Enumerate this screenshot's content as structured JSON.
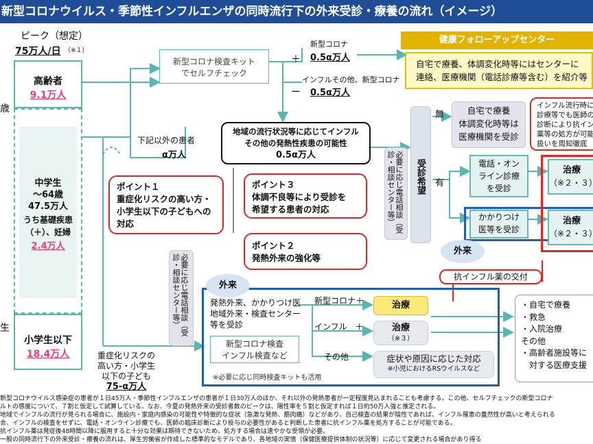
{
  "title": "新型コロナウイルス・季節性インフルエンザの同時流行下の外来受診・療養の流れ（イメージ）",
  "peak": {
    "label": "ピーク（想定）",
    "value": "75万人/日",
    "note": "（※１）"
  },
  "left_edge": {
    "sai": "歳",
    "sei": "生"
  },
  "groups": {
    "elderly": {
      "label": "高齢者",
      "value": "9.1万人"
    },
    "middle": {
      "l1": "中学生",
      "l2": "〜64歳",
      "l3": "47.5万人",
      "l4": "うち基礎疾患",
      "l5": "（＋）、妊婦",
      "value": "2.4万人"
    },
    "child": {
      "label": "小学生以下",
      "value": "18.4万人"
    }
  },
  "selfcheck": {
    "l1": "新型コロナ検査キット",
    "l2": "でセルフチェック"
  },
  "covid_plus": {
    "sign": "＋",
    "label": "新型コロナ",
    "value": "0.5α万人"
  },
  "covid_minus": {
    "sign": "ー",
    "label": "インフルその他、新型コロナ",
    "value": "0.5α万人"
  },
  "others": {
    "label": "下記以外の患者",
    "value": "α万人"
  },
  "fever_box": {
    "l1": "地域の流行状況等に応じてインフル",
    "l2": "その他の発熱性疾患の可能性",
    "value": "0.5α万人"
  },
  "health_center": {
    "title": "健康フォローアップセンター",
    "l1": "自宅で療養、体調変化時等にはセンターに",
    "l2": "連絡、医療機関（電話診療等含む）を紹介等"
  },
  "phone_consult_right": "必要に応じ電話相談（受診・相談センター等）",
  "phone_consult_left": "必要に応じ電話相談（受診・相談センター等）",
  "wish": "受診希望",
  "wish_no": "無",
  "wish_yes": "有",
  "home_box": {
    "l1": "自宅で療養",
    "l2": "体調変化時等は",
    "l3": "医療機関を受診"
  },
  "red_note": {
    "l1": "インフル流行時に",
    "l2": "診療等でも医師の",
    "l3": "診断により抗イン",
    "l4": "薬等の処方が可能",
    "l5": "扱いを周知徹底"
  },
  "online_box": {
    "l1": "電話・オン",
    "l2": "ライン診療",
    "l3": "を受診"
  },
  "family_box": {
    "l1": "かかりつけ",
    "l2": "医等を受診"
  },
  "treat1": {
    "label": "治療",
    "note": "（※２・３）"
  },
  "treat2": {
    "label": "治療",
    "note": "（※２・３）"
  },
  "outpatient_right": "外来",
  "outpatient_left": "外来",
  "point1": {
    "title": "ポイント１",
    "body1": "重症化リスクの高い方・",
    "body2": "小学生以下の子どもへの",
    "body3": "対応"
  },
  "point3": {
    "title": "ポイント３",
    "body1": "体調不良等により受診を",
    "body2": "希望する患者の対応"
  },
  "point2": {
    "title": "ポイント２",
    "body1": "発熱外来の強化等"
  },
  "flu_drug": "抗インフル薬の交付",
  "out_desc": {
    "l1": "発熱外来、かかりつけ医",
    "l2": "地域外来・検査センター",
    "l3": "等を受診"
  },
  "test_box": {
    "l1": "新型コロナ検査",
    "l2": "インフル検査など"
  },
  "test_note": "※必要に応じ同時検査キットも活用",
  "branch_covid": "新型コロナ＋",
  "branch_flu": "インフル　＋",
  "branch_other": "その他",
  "treat_covid": "治療",
  "treat_flu": {
    "label": "治療",
    "note": "（※３）"
  },
  "symptom_box": {
    "label": "症状や原因に応じた対応",
    "note": "※小児におけるRSウイルスなど"
  },
  "outcomes": {
    "l1": "・自宅で療養",
    "l2": "・救急",
    "l3": "・入院治療",
    "l4": "その他",
    "l5": "・高齢者施設等に",
    "l6": "　対する医療支援"
  },
  "child_risk": {
    "l1": "重症化リスクの",
    "l2": "高い方・小学生",
    "l3": "以下の子ども",
    "value": "75-α万人"
  },
  "footnotes": [
    "新型コロナウイルス感染症の患者が１日45万人・季節性インフルエンザの患者が１日30万人のほか、それ以外の発熱患者が一定程度見込まれることも考慮する。この他、セルフチェックの新型コロナ",
    "ルトの感度について、７割と仮定して試算している。なお、今夏の発熱外来の受診者数のピークは、陽性率を５割と仮定すれば１日約50万人強と推定される。",
    "地域でインフルの流行が見られる場合に、施設内・家庭内感染の可能性や特徴的な症状（急激な発熱、筋肉痛）などがあり、自己検査の結果が陰性であれば、インフル罹患の蓋然性が高いと考えられる",
    "合、インフルの検査をせずに、電話・オンライン診療でも、医師の臨床診断により投与の必要性があると判断した患者に抗インフル薬を処方することが可能である。",
    "抗インフル薬は発症後48時間以降に服用すると十分な効果は期待できないため、処方する場合は速やかな受領が必要。",
    "一般の同時流行下の外来受診・療養の流れは、厚生労働省が作成した標準的なモデルであり、各地域の実情（保健医療提供体制の状況等）に応じて変更される場合があり得る"
  ],
  "colors": {
    "title_bg": "#1f4e97",
    "teal": "#58b6b2",
    "red": "#e0261f",
    "pink": "#e0417a",
    "blue": "#1f5fb0",
    "yellow": "#fff8c7"
  }
}
